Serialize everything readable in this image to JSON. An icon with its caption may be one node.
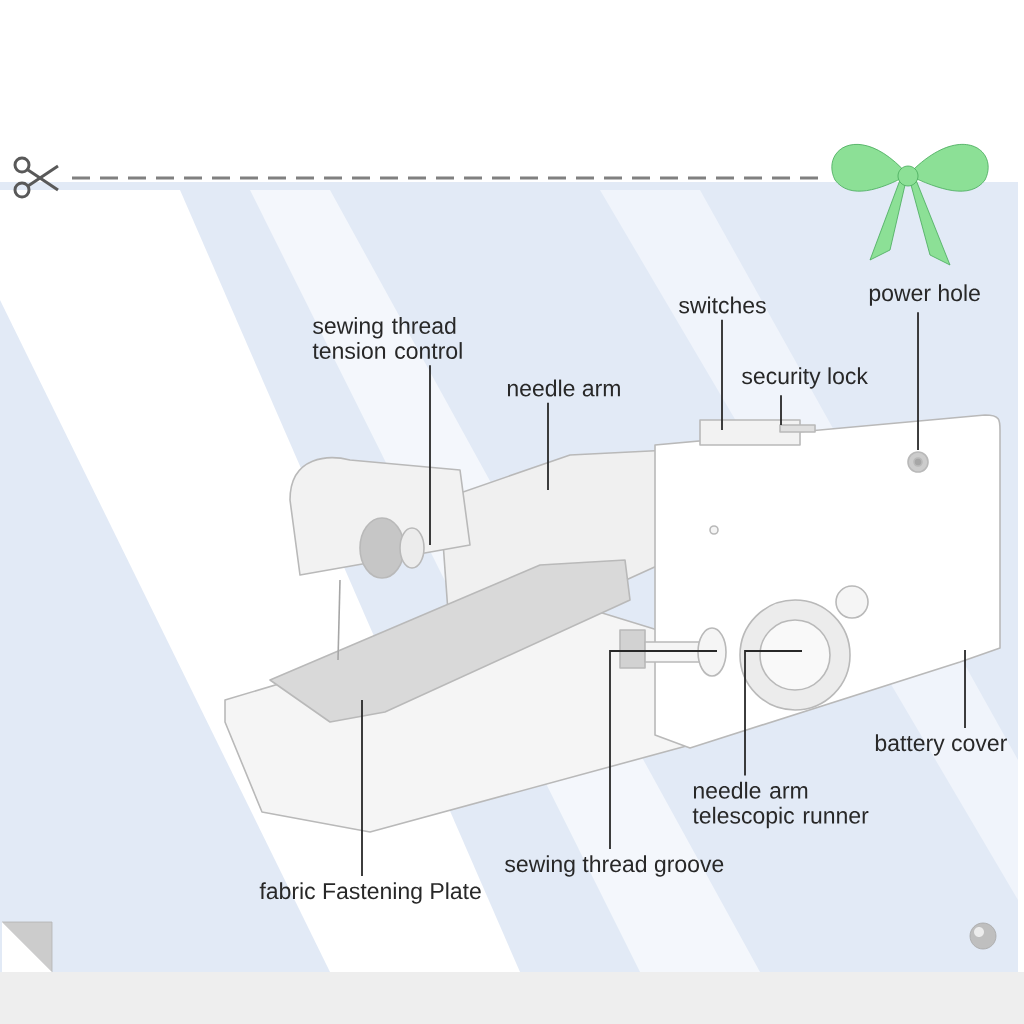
{
  "diagram": {
    "nodes": [
      {
        "text": [
          "sewing thread tension control"
        ]
      },
      {
        "text": [
          "needle arm"
        ]
      },
      {
        "text": [
          "switches"
        ]
      },
      {
        "text": [
          "security lock"
        ]
      },
      {
        "text": [
          "power hole"
        ]
      },
      {
        "text": [
          "battery cover"
        ]
      },
      {
        "text": [
          "needle arm telescopic runner"
        ]
      },
      {
        "text": [
          "sewing thread groove"
        ]
      },
      {
        "text": [
          "fabric Fastening Plate"
        ]
      }
    ],
    "edges": [
      {
        "from": 0,
        "to": null,
        "arrow": "none"
      },
      {
        "from": 1,
        "to": null,
        "arrow": "none"
      },
      {
        "from": 2,
        "to": null,
        "arrow": "none"
      },
      {
        "from": 3,
        "to": null,
        "arrow": "none"
      },
      {
        "from": 4,
        "to": null,
        "arrow": "none"
      },
      {
        "from": 5,
        "to": null,
        "arrow": "none"
      },
      {
        "from": 6,
        "to": null,
        "arrow": "none"
      },
      {
        "from": 7,
        "to": null,
        "arrow": "none"
      },
      {
        "from": 8,
        "to": null,
        "arrow": "none"
      }
    ]
  }
}
